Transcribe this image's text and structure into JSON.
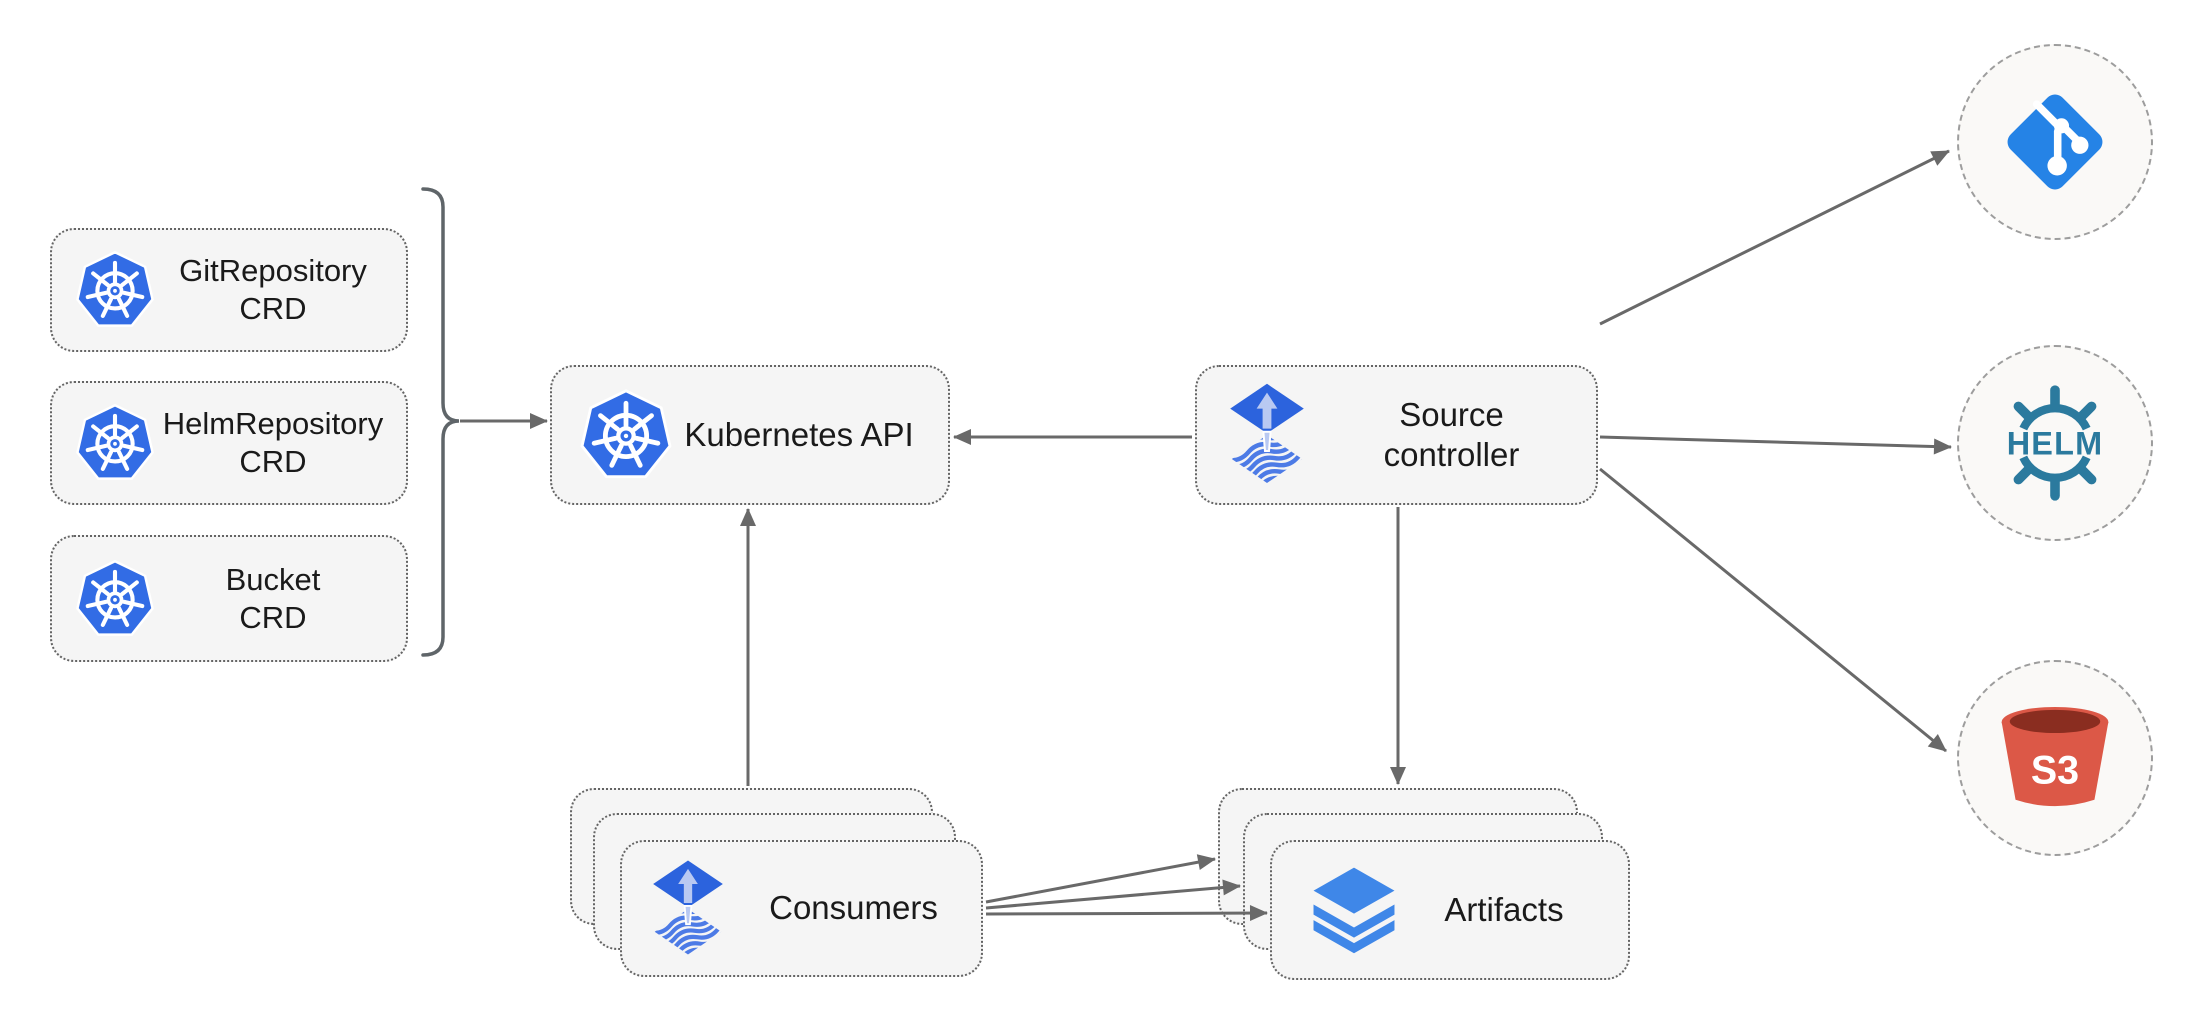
{
  "nodes": {
    "git_repository_crd": {
      "line1": "GitRepository",
      "line2": "CRD",
      "icon": "kubernetes-icon"
    },
    "helm_repository_crd": {
      "line1": "HelmRepository",
      "line2": "CRD",
      "icon": "kubernetes-icon"
    },
    "bucket_crd": {
      "line1": "Bucket",
      "line2": "CRD",
      "icon": "kubernetes-icon"
    },
    "kubernetes_api": {
      "label": "Kubernetes API",
      "icon": "kubernetes-icon"
    },
    "source_controller": {
      "line1": "Source",
      "line2": "controller",
      "icon": "flux-icon"
    },
    "consumers": {
      "label": "Consumers",
      "icon": "flux-icon",
      "stacked": 3
    },
    "artifacts": {
      "label": "Artifacts",
      "icon": "layers-icon",
      "stacked": 3
    },
    "git": {
      "icon": "git-icon"
    },
    "helm": {
      "icon": "helm-icon",
      "text": "HELM"
    },
    "s3": {
      "icon": "s3-bucket-icon",
      "text": "S3"
    }
  },
  "edges": [
    {
      "from": "crd-group",
      "to": "kubernetes_api"
    },
    {
      "from": "source_controller",
      "to": "kubernetes_api"
    },
    {
      "from": "consumers",
      "to": "kubernetes_api"
    },
    {
      "from": "source_controller",
      "to": "artifacts"
    },
    {
      "from": "source_controller",
      "to": "git"
    },
    {
      "from": "source_controller",
      "to": "helm"
    },
    {
      "from": "source_controller",
      "to": "s3"
    },
    {
      "from": "consumers",
      "to": "artifacts"
    },
    {
      "from": "consumers",
      "to": "artifacts"
    },
    {
      "from": "consumers",
      "to": "artifacts"
    }
  ],
  "colors": {
    "box_fill": "#f5f5f5",
    "box_border": "#646464",
    "circle_fill": "#faf9f7",
    "circle_border": "#9d9d9d",
    "arrow": "#696969",
    "text": "#1a1a1a",
    "kubernetes_blue": "#326ce5",
    "flux_blue": "#2c63dd",
    "flux_arrow_light": "#b9c9f2",
    "flux_wave": "#4d7be6",
    "git_blue": "#2583e6",
    "helm_teal": "#2b7a9e",
    "s3_red": "#dc5847",
    "s3_dark": "#8a2d20",
    "layers_blue": "#3f87e8"
  }
}
